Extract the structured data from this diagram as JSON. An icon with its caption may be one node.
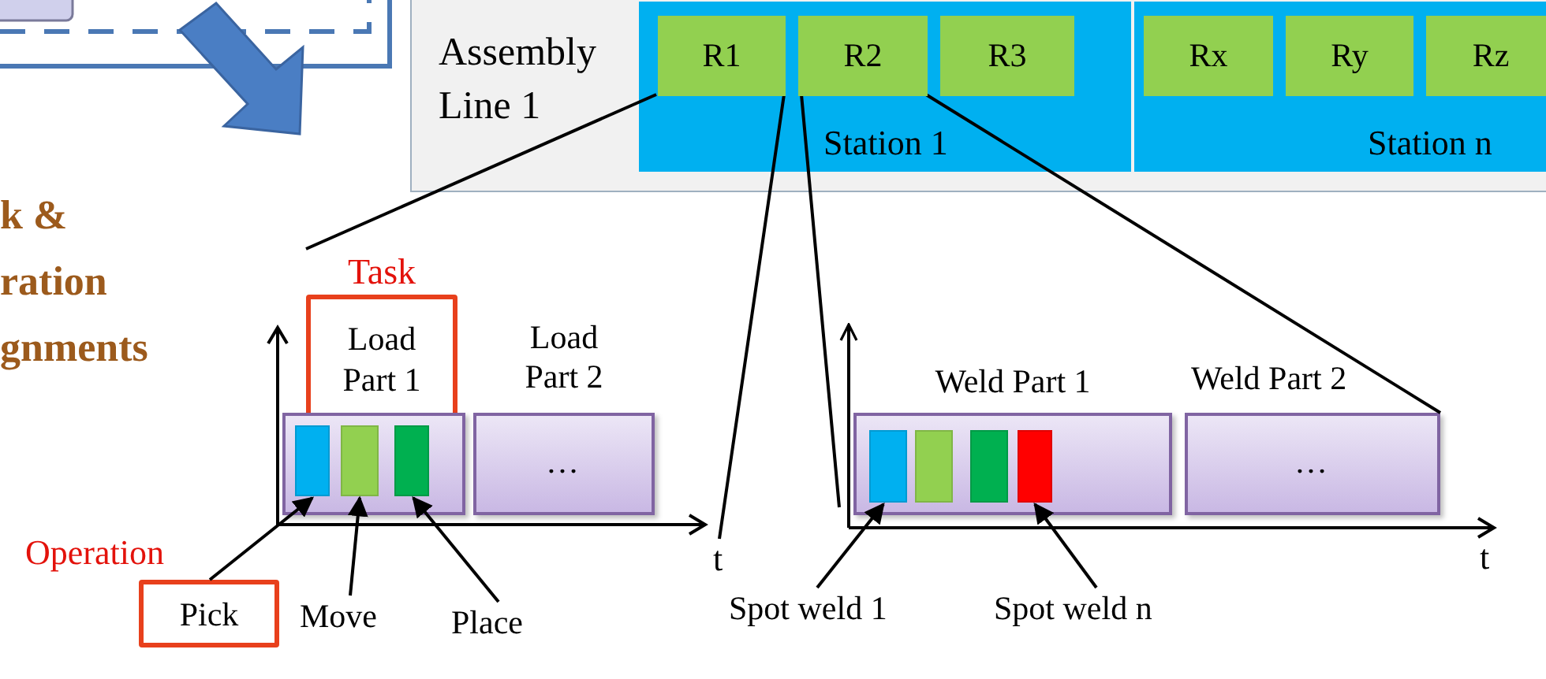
{
  "diagram": {
    "nodes": [
      {
        "text": [
          "Assembly Line 1"
        ]
      },
      {
        "text": [
          "Station 1"
        ],
        "in": 0
      },
      {
        "text": [
          "R1"
        ],
        "in": 1
      },
      {
        "text": [
          "R2"
        ],
        "in": 1
      },
      {
        "text": [
          "R3"
        ],
        "in": 1
      },
      {
        "text": [
          "Station n"
        ],
        "in": 0
      },
      {
        "text": [
          "Rx"
        ],
        "in": 5
      },
      {
        "text": [
          "Ry"
        ],
        "in": 5
      },
      {
        "text": [
          "Rz"
        ],
        "in": 5
      },
      {
        "text": [
          "Task",
          "Load Part 1"
        ]
      },
      {
        "text": [],
        "shape": "box"
      },
      {
        "text": [],
        "shape": "bar",
        "in": 10
      },
      {
        "text": [],
        "shape": "bar",
        "in": 10
      },
      {
        "text": [],
        "shape": "bar",
        "in": 10
      },
      {
        "text": [
          "Load Part 2",
          "…"
        ]
      },
      {
        "text": [
          "Weld Part 1"
        ]
      },
      {
        "text": [],
        "shape": "bar",
        "in": 15
      },
      {
        "text": [],
        "shape": "bar",
        "in": 15
      },
      {
        "text": [],
        "shape": "bar",
        "in": 15
      },
      {
        "text": [],
        "shape": "bar",
        "in": 15
      },
      {
        "text": [
          "Weld Part 2",
          "…"
        ]
      },
      {
        "text": [
          "Operation",
          "Pick"
        ]
      },
      {
        "text": [
          "Move"
        ]
      },
      {
        "text": [
          "Place"
        ]
      },
      {
        "text": [
          "Spot weld 1"
        ]
      },
      {
        "text": [
          "Spot weld n"
        ]
      },
      {
        "text": [
          "t"
        ]
      },
      {
        "text": [],
        "shape": "axis"
      }
    ],
    "edges": [
      {
        "from": 21,
        "to": 11,
        "arrow": "to"
      },
      {
        "from": 22,
        "to": 12,
        "arrow": "to"
      },
      {
        "from": 23,
        "to": 13,
        "arrow": "to"
      },
      {
        "from": 24,
        "to": 16,
        "arrow": "to"
      },
      {
        "from": 25,
        "to": 19,
        "arrow": "to"
      },
      {
        "from": 2,
        "to": 9,
        "arrow": "none"
      },
      {
        "from": 2,
        "to": 26,
        "arrow": "none"
      },
      {
        "from": 3,
        "to": 27,
        "arrow": "none"
      },
      {
        "from": 3,
        "to": 20,
        "arrow": "none"
      }
    ],
    "labels": [
      "k & ration gnments",
      "t"
    ]
  }
}
